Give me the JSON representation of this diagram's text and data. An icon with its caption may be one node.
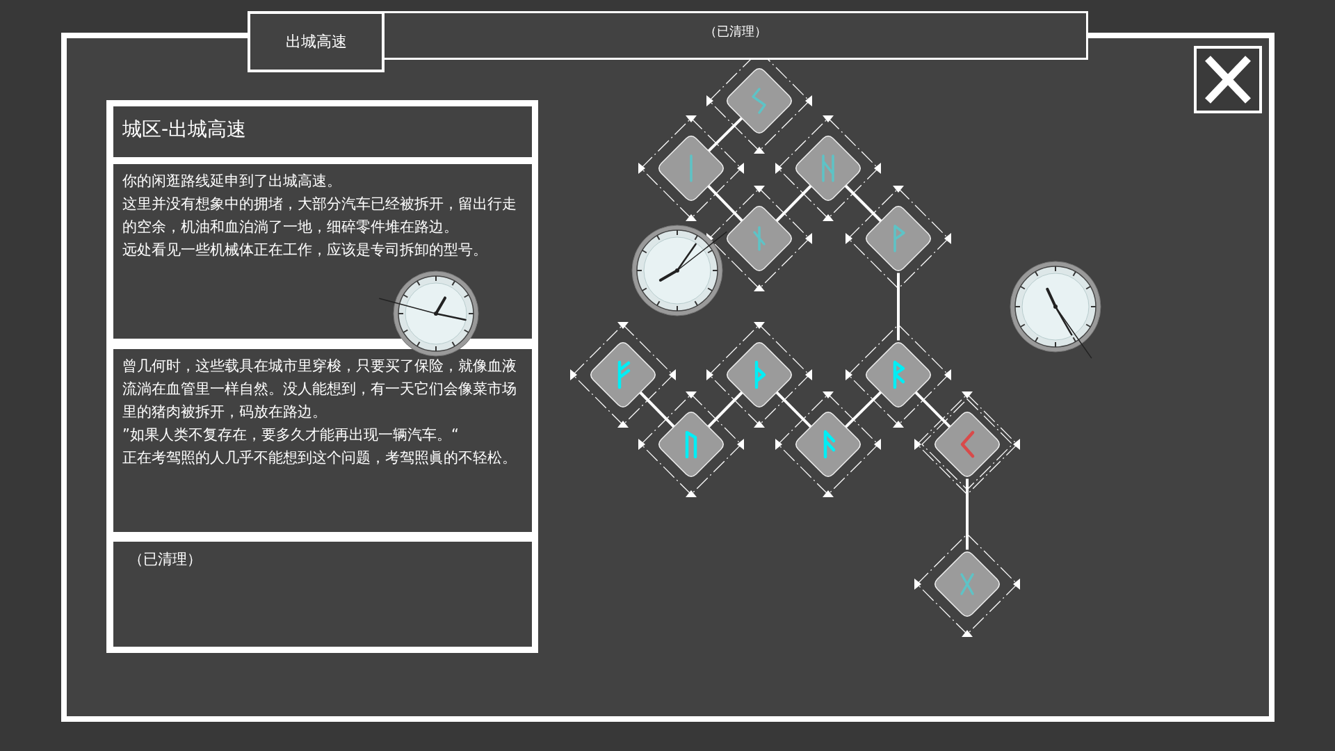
{
  "diagram": {
    "nodes": [
      {
        "text": [
          "出城高速"
        ]
      },
      {
        "text": [
          "（已清理）"
        ]
      },
      {
        "text": [
          "城区-出城高速"
        ]
      },
      {
        "text": [
          "你的闲逛路线延申到了出城高速。",
          "这里并没有想象中的拥堵，大部分汽车已经被拆开，留出行走的空余，机油和血泊淌了一地，细碎零件堆在路边。",
          "远处看见一些机械体正在工作，应该是专司拆卸的型号。"
        ]
      },
      {
        "text": [
          "曾几何时，这些载具在城市里穿梭，只要买了保险，就像血液流淌在血管里一样自然。没人能想到，有一天它们会像菜市场里的猪肉被拆开，码放在路边。",
          "”如果人类不复存在，要多久才能再出现一辆汽车。“",
          "正在考驾照的人几乎不能想到这个问题，考驾照眞的不轻松。"
        ]
      },
      {
        "text": [
          "（已清理）"
        ]
      },
      {
        "text": [],
        "shape": "diamond"
      },
      {
        "text": [],
        "shape": "diamond"
      },
      {
        "text": [],
        "shape": "diamond"
      },
      {
        "text": [],
        "shape": "diamond"
      },
      {
        "text": [],
        "shape": "diamond"
      },
      {
        "text": [],
        "shape": "diamond"
      },
      {
        "text": [],
        "shape": "diamond"
      },
      {
        "text": [],
        "shape": "diamond"
      },
      {
        "text": [],
        "shape": "diamond"
      },
      {
        "text": [],
        "shape": "diamond"
      },
      {
        "text": [],
        "shape": "diamond"
      },
      {
        "text": [],
        "shape": "diamond"
      }
    ],
    "edges": [
      {
        "from": 6,
        "to": 7,
        "arrow": "none"
      },
      {
        "from": 7,
        "to": 9,
        "arrow": "none"
      },
      {
        "from": 8,
        "to": 9,
        "arrow": "none"
      },
      {
        "from": 8,
        "to": 10,
        "arrow": "none"
      },
      {
        "from": 10,
        "to": 13,
        "arrow": "none"
      },
      {
        "from": 11,
        "to": 14,
        "arrow": "none"
      },
      {
        "from": 14,
        "to": 12,
        "arrow": "none"
      },
      {
        "from": 12,
        "to": 15,
        "arrow": "none"
      },
      {
        "from": 15,
        "to": 13,
        "arrow": "none"
      },
      {
        "from": 13,
        "to": 16,
        "arrow": "none"
      },
      {
        "from": 16,
        "to": 17,
        "arrow": "none"
      }
    ]
  }
}
